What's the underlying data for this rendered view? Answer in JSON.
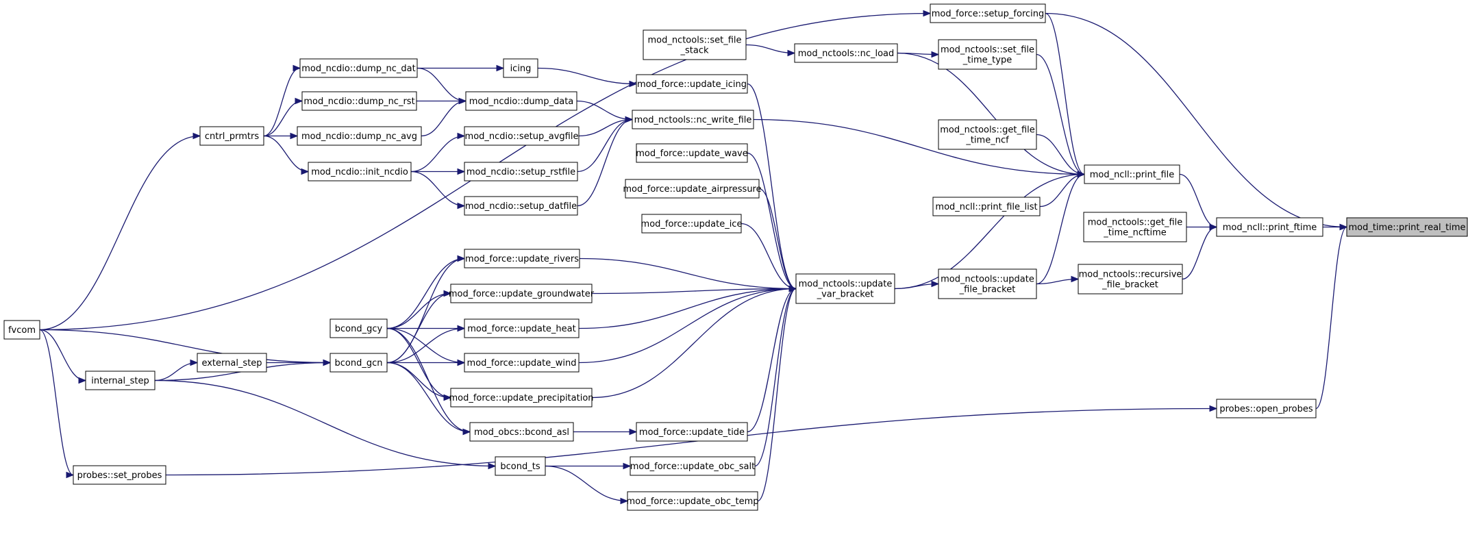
{
  "graph": {
    "nodes": [
      {
        "id": "print_real_time",
        "lines": [
          "mod_time::print_real_time"
        ],
        "highlight": true
      },
      {
        "id": "print_ftime",
        "lines": [
          "mod_ncll::print_ftime"
        ]
      },
      {
        "id": "print_file",
        "lines": [
          "mod_ncll::print_file"
        ]
      },
      {
        "id": "setup_forcing",
        "lines": [
          "mod_force::setup_forcing"
        ]
      },
      {
        "id": "get_file_time_ncftime",
        "lines": [
          "mod_nctools::get_file",
          "_time_ncftime"
        ]
      },
      {
        "id": "recursive_file_bracket",
        "lines": [
          "mod_nctools::recursive",
          "_file_bracket"
        ]
      },
      {
        "id": "open_probes",
        "lines": [
          "probes::open_probes"
        ]
      },
      {
        "id": "set_file_time_type",
        "lines": [
          "mod_nctools::set_file",
          "_time_type"
        ]
      },
      {
        "id": "get_file_time_ncf",
        "lines": [
          "mod_nctools::get_file",
          "_time_ncf"
        ]
      },
      {
        "id": "print_file_list",
        "lines": [
          "mod_ncll::print_file_list"
        ]
      },
      {
        "id": "update_file_bracket",
        "lines": [
          "mod_nctools::update",
          "_file_bracket"
        ]
      },
      {
        "id": "nc_load",
        "lines": [
          "mod_nctools::nc_load"
        ]
      },
      {
        "id": "set_file_stack",
        "lines": [
          "mod_nctools::set_file",
          "_stack"
        ]
      },
      {
        "id": "nc_write_file",
        "lines": [
          "mod_nctools::nc_write_file"
        ]
      },
      {
        "id": "update_var_bracket",
        "lines": [
          "mod_nctools::update",
          "_var_bracket"
        ]
      },
      {
        "id": "update_icing",
        "lines": [
          "mod_force::update_icing"
        ]
      },
      {
        "id": "update_wave",
        "lines": [
          "mod_force::update_wave"
        ]
      },
      {
        "id": "update_airpressure",
        "lines": [
          "mod_force::update_airpressure"
        ]
      },
      {
        "id": "update_ice",
        "lines": [
          "mod_force::update_ice"
        ]
      },
      {
        "id": "update_rivers",
        "lines": [
          "mod_force::update_rivers"
        ]
      },
      {
        "id": "update_groundwater",
        "lines": [
          "mod_force::update_groundwater"
        ]
      },
      {
        "id": "update_heat",
        "lines": [
          "mod_force::update_heat"
        ]
      },
      {
        "id": "update_wind",
        "lines": [
          "mod_force::update_wind"
        ]
      },
      {
        "id": "update_precipitation",
        "lines": [
          "mod_force::update_precipitation"
        ]
      },
      {
        "id": "update_tide",
        "lines": [
          "mod_force::update_tide"
        ]
      },
      {
        "id": "update_obc_salt",
        "lines": [
          "mod_force::update_obc_salt"
        ]
      },
      {
        "id": "update_obc_temp",
        "lines": [
          "mod_force::update_obc_temp"
        ]
      },
      {
        "id": "icing",
        "lines": [
          "icing"
        ]
      },
      {
        "id": "dump_data",
        "lines": [
          "mod_ncdio::dump_data"
        ]
      },
      {
        "id": "setup_avgfile",
        "lines": [
          "mod_ncdio::setup_avgfile"
        ]
      },
      {
        "id": "setup_rstfile",
        "lines": [
          "mod_ncdio::setup_rstfile"
        ]
      },
      {
        "id": "setup_datfile",
        "lines": [
          "mod_ncdio::setup_datfile"
        ]
      },
      {
        "id": "dump_nc_dat",
        "lines": [
          "mod_ncdio::dump_nc_dat"
        ]
      },
      {
        "id": "dump_nc_rst",
        "lines": [
          "mod_ncdio::dump_nc_rst"
        ]
      },
      {
        "id": "dump_nc_avg",
        "lines": [
          "mod_ncdio::dump_nc_avg"
        ]
      },
      {
        "id": "init_ncdio",
        "lines": [
          "mod_ncdio::init_ncdio"
        ]
      },
      {
        "id": "cntrl_prmtrs",
        "lines": [
          "cntrl_prmtrs"
        ]
      },
      {
        "id": "bcond_gcy",
        "lines": [
          "bcond_gcy"
        ]
      },
      {
        "id": "bcond_gcn",
        "lines": [
          "bcond_gcn"
        ]
      },
      {
        "id": "external_step",
        "lines": [
          "external_step"
        ]
      },
      {
        "id": "internal_step",
        "lines": [
          "internal_step"
        ]
      },
      {
        "id": "bcond_asl",
        "lines": [
          "mod_obcs::bcond_asl"
        ]
      },
      {
        "id": "bcond_ts",
        "lines": [
          "bcond_ts"
        ]
      },
      {
        "id": "set_probes",
        "lines": [
          "probes::set_probes"
        ]
      },
      {
        "id": "fvcom",
        "lines": [
          "fvcom"
        ]
      }
    ],
    "edges": [
      [
        "print_ftime",
        "print_real_time"
      ],
      [
        "setup_forcing",
        "print_real_time"
      ],
      [
        "open_probes",
        "print_real_time"
      ],
      [
        "print_file",
        "print_ftime"
      ],
      [
        "get_file_time_ncftime",
        "print_ftime"
      ],
      [
        "recursive_file_bracket",
        "print_ftime"
      ],
      [
        "setup_forcing",
        "print_file"
      ],
      [
        "set_file_time_type",
        "print_file"
      ],
      [
        "nc_load",
        "print_file"
      ],
      [
        "get_file_time_ncf",
        "print_file"
      ],
      [
        "print_file_list",
        "print_file"
      ],
      [
        "nc_write_file",
        "print_file"
      ],
      [
        "update_file_bracket",
        "print_file"
      ],
      [
        "update_var_bracket",
        "print_file"
      ],
      [
        "update_file_bracket",
        "recursive_file_bracket"
      ],
      [
        "nc_load",
        "set_file_time_type"
      ],
      [
        "set_file_stack",
        "nc_load"
      ],
      [
        "update_var_bracket",
        "update_file_bracket"
      ],
      [
        "update_icing",
        "update_var_bracket"
      ],
      [
        "update_wave",
        "update_var_bracket"
      ],
      [
        "update_airpressure",
        "update_var_bracket"
      ],
      [
        "update_ice",
        "update_var_bracket"
      ],
      [
        "update_rivers",
        "update_var_bracket"
      ],
      [
        "update_groundwater",
        "update_var_bracket"
      ],
      [
        "update_heat",
        "update_var_bracket"
      ],
      [
        "update_wind",
        "update_var_bracket"
      ],
      [
        "update_precipitation",
        "update_var_bracket"
      ],
      [
        "update_tide",
        "update_var_bracket"
      ],
      [
        "update_obc_salt",
        "update_var_bracket"
      ],
      [
        "update_obc_temp",
        "update_var_bracket"
      ],
      [
        "icing",
        "update_icing"
      ],
      [
        "dump_nc_dat",
        "icing"
      ],
      [
        "dump_data",
        "nc_write_file"
      ],
      [
        "setup_avgfile",
        "nc_write_file"
      ],
      [
        "setup_rstfile",
        "nc_write_file"
      ],
      [
        "setup_datfile",
        "nc_write_file"
      ],
      [
        "dump_nc_dat",
        "dump_data"
      ],
      [
        "dump_nc_rst",
        "dump_data"
      ],
      [
        "dump_nc_avg",
        "dump_data"
      ],
      [
        "init_ncdio",
        "setup_avgfile"
      ],
      [
        "init_ncdio",
        "setup_rstfile"
      ],
      [
        "init_ncdio",
        "setup_datfile"
      ],
      [
        "cntrl_prmtrs",
        "dump_nc_dat"
      ],
      [
        "cntrl_prmtrs",
        "dump_nc_rst"
      ],
      [
        "cntrl_prmtrs",
        "dump_nc_avg"
      ],
      [
        "cntrl_prmtrs",
        "init_ncdio"
      ],
      [
        "bcond_gcy",
        "update_rivers"
      ],
      [
        "bcond_gcy",
        "update_groundwater"
      ],
      [
        "bcond_gcy",
        "update_heat"
      ],
      [
        "bcond_gcy",
        "update_wind"
      ],
      [
        "bcond_gcy",
        "update_precipitation"
      ],
      [
        "bcond_gcy",
        "bcond_asl"
      ],
      [
        "bcond_gcn",
        "update_rivers"
      ],
      [
        "bcond_gcn",
        "update_groundwater"
      ],
      [
        "bcond_gcn",
        "update_heat"
      ],
      [
        "bcond_gcn",
        "update_wind"
      ],
      [
        "bcond_gcn",
        "update_precipitation"
      ],
      [
        "bcond_gcn",
        "bcond_asl"
      ],
      [
        "bcond_asl",
        "update_tide"
      ],
      [
        "bcond_ts",
        "update_obc_salt"
      ],
      [
        "bcond_ts",
        "update_obc_temp"
      ],
      [
        "external_step",
        "bcond_gcn"
      ],
      [
        "internal_step",
        "bcond_gcn"
      ],
      [
        "internal_step",
        "bcond_ts"
      ],
      [
        "internal_step",
        "external_step"
      ],
      [
        "fvcom",
        "setup_forcing"
      ],
      [
        "fvcom",
        "cntrl_prmtrs"
      ],
      [
        "fvcom",
        "bcond_gcn"
      ],
      [
        "fvcom",
        "internal_step"
      ],
      [
        "fvcom",
        "set_probes"
      ],
      [
        "set_probes",
        "open_probes"
      ]
    ]
  }
}
